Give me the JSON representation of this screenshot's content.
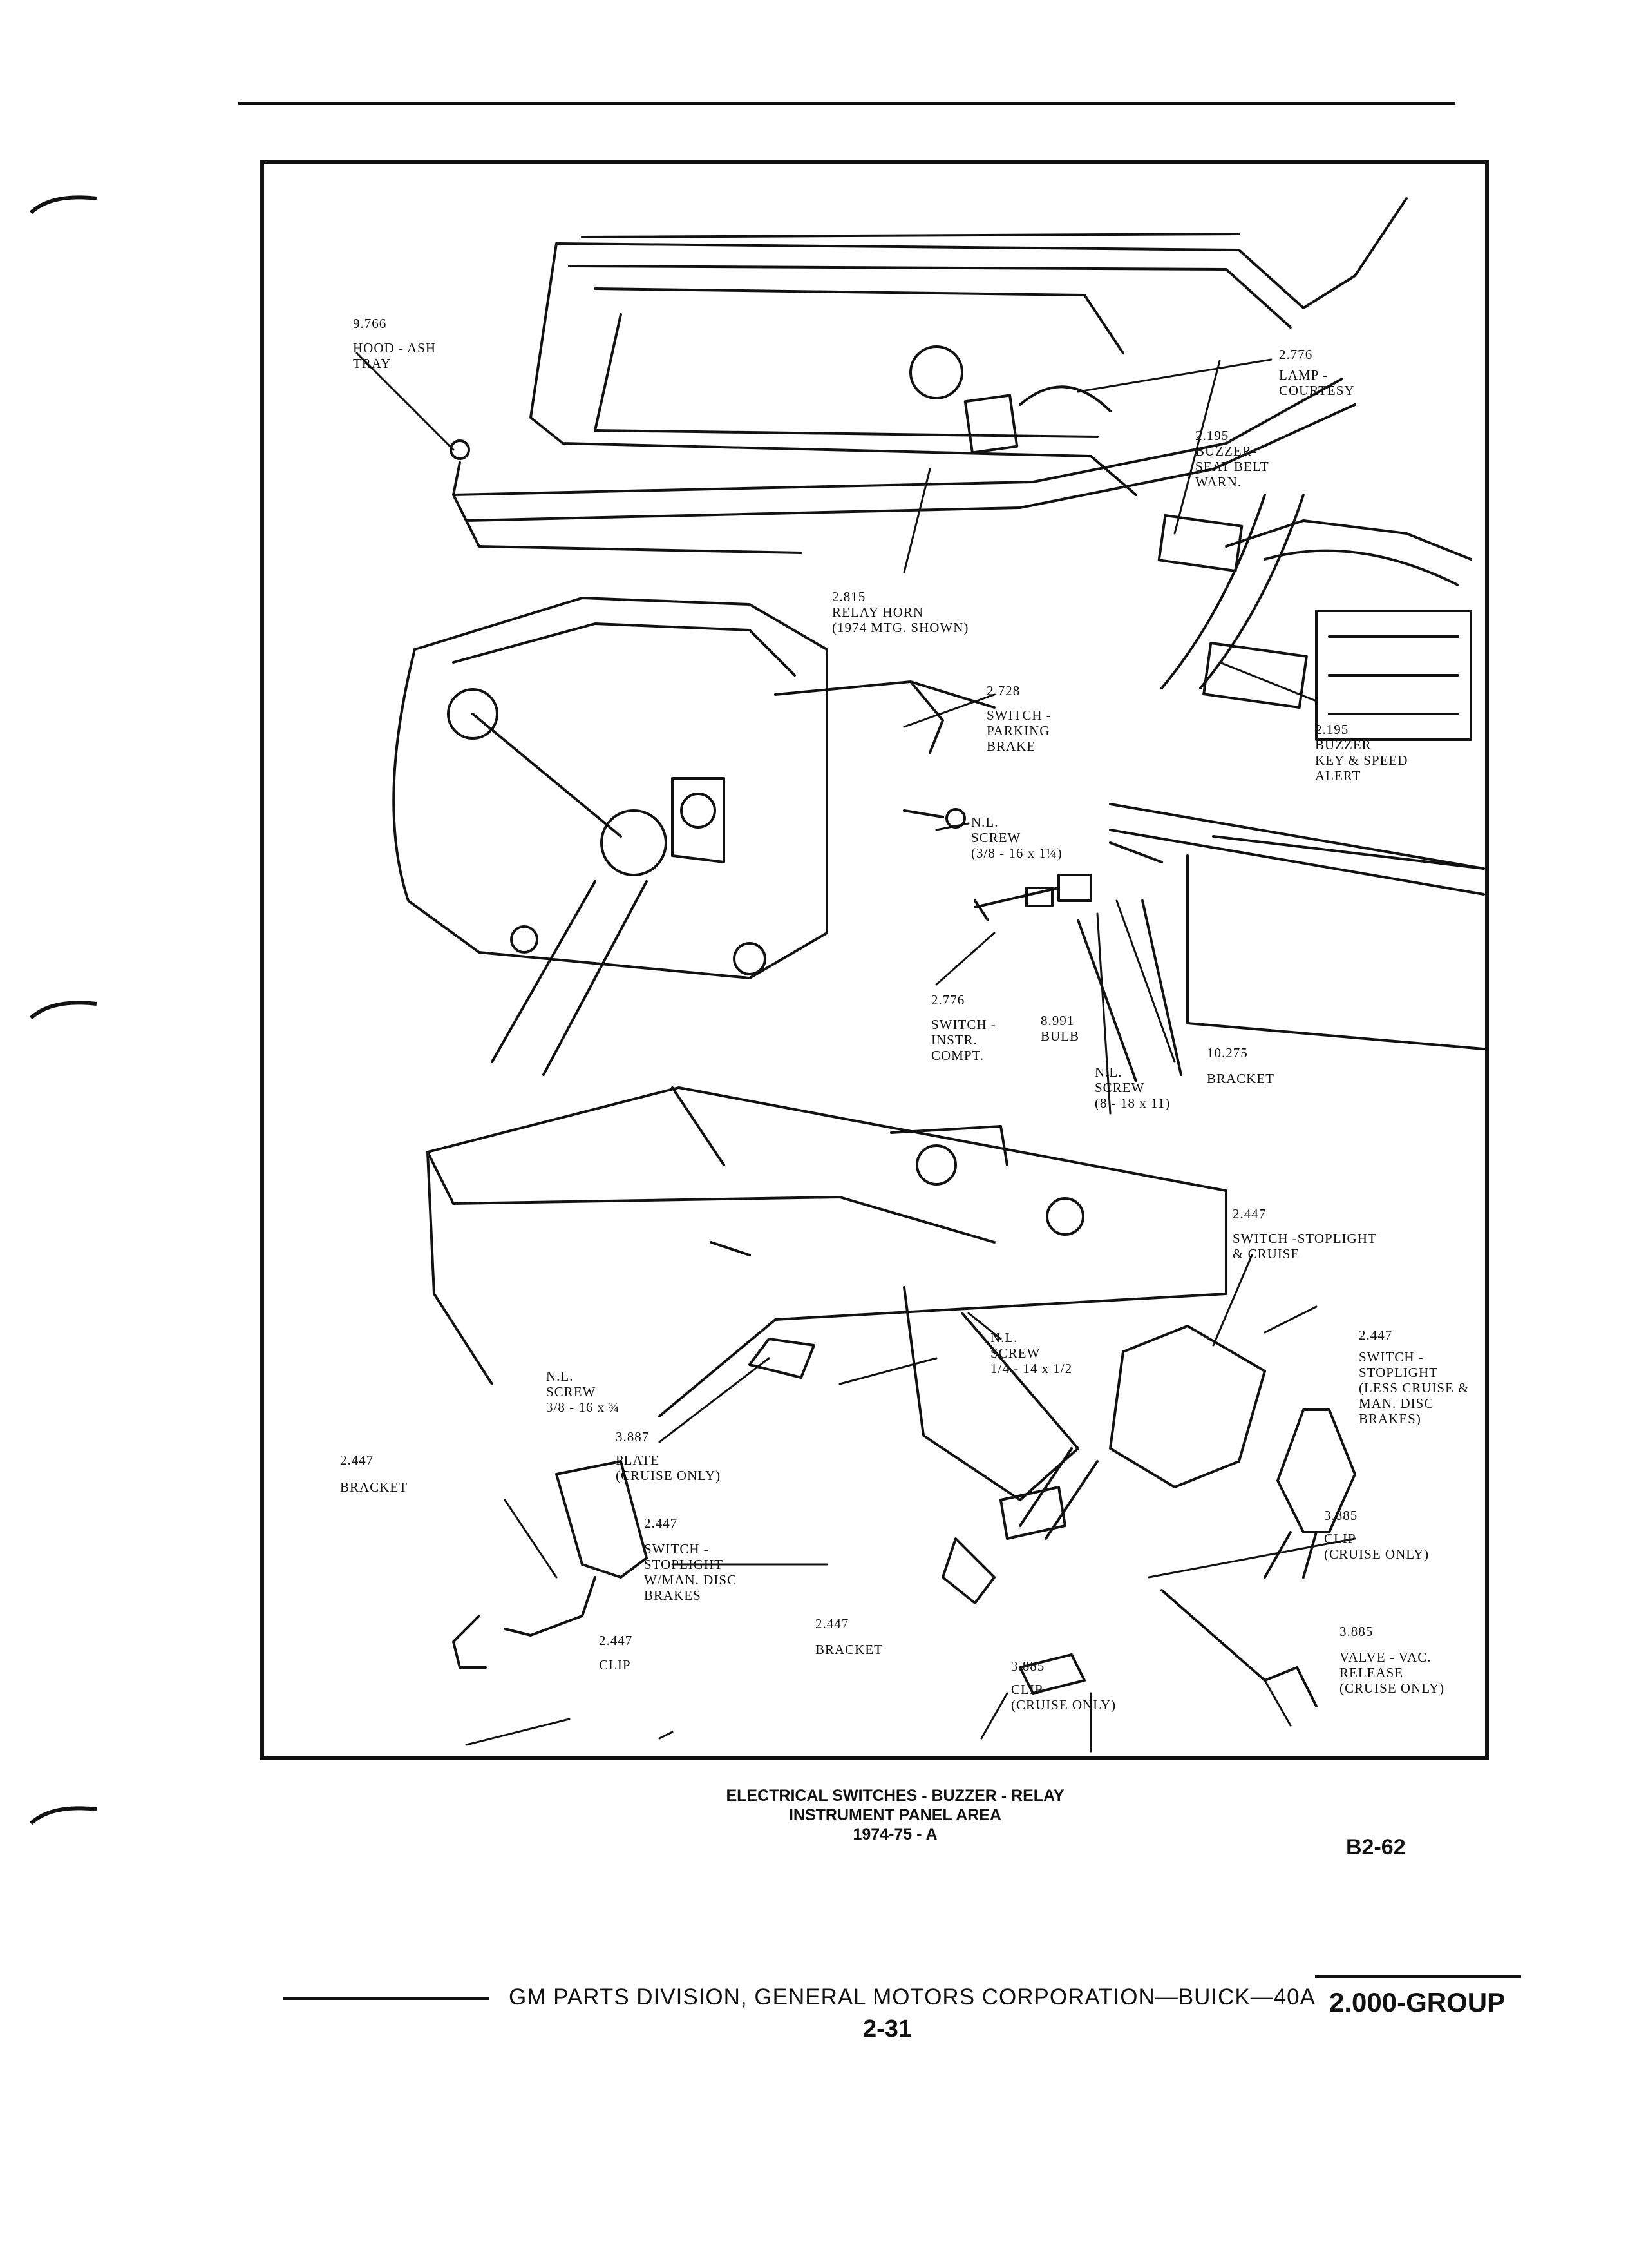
{
  "callouts": {
    "hood_ash_tray": {
      "num": "9.766",
      "name": "HOOD - ASH\nTRAY"
    },
    "lamp_courtesy": {
      "num": "2.776",
      "name": "LAMP -\nCOURTESY"
    },
    "buzzer_seat_belt": {
      "num": "2.195",
      "name": "BUZZER-\nSEAT BELT\nWARN."
    },
    "relay_horn": {
      "num": "2.815",
      "name": "RELAY HORN\n(1974 MTG. SHOWN)"
    },
    "switch_parking_brake": {
      "num": "2.728",
      "name": "SWITCH -\nPARKING\nBRAKE"
    },
    "buzzer_key_speed": {
      "num": "2.195",
      "name": "BUZZER\nKEY & SPEED\nALERT"
    },
    "screw_parking": {
      "num": "N.L.",
      "name": "SCREW\n(3/8 - 16 x 1¼)"
    },
    "switch_instr_compt": {
      "num": "2.776",
      "name": "SWITCH -\nINSTR.\nCOMPT."
    },
    "bulb": {
      "num": "8.991",
      "name": "BULB"
    },
    "screw_bracket": {
      "num": "N.L.",
      "name": "SCREW\n(8 - 18 x 11)"
    },
    "bracket_upper": {
      "num": "10.275",
      "name": "BRACKET"
    },
    "switch_stoplight_cruise": {
      "num": "2.447",
      "name": "SWITCH -STOPLIGHT\n& CRUISE"
    },
    "screw_quarter": {
      "num": "N.L.",
      "name": "SCREW\n1/4 - 14 x 1/2"
    },
    "switch_stoplight_less": {
      "num": "2.447",
      "name": "SWITCH -\nSTOPLIGHT\n(LESS CRUISE &\nMAN. DISC\nBRAKES)"
    },
    "screw_three_eighths": {
      "num": "N.L.",
      "name": "SCREW\n3/8 - 16 x ¾"
    },
    "plate": {
      "num": "3.887",
      "name": "PLATE\n(CRUISE ONLY)"
    },
    "bracket_left": {
      "num": "2.447",
      "name": "BRACKET"
    },
    "switch_stoplight_man": {
      "num": "2.447",
      "name": "SWITCH -\nSTOPLIGHT\nW/MAN. DISC\nBRAKES"
    },
    "clip_right": {
      "num": "3.885",
      "name": "CLIP\n(CRUISE ONLY)"
    },
    "clip_left": {
      "num": "2.447",
      "name": "CLIP"
    },
    "bracket_center": {
      "num": "2.447",
      "name": "BRACKET"
    },
    "valve_vac": {
      "num": "3.885",
      "name": "VALVE - VAC.\nRELEASE\n(CRUISE ONLY)"
    },
    "clip_center": {
      "num": "3.885",
      "name": "CLIP\n(CRUISE ONLY)"
    }
  },
  "caption": {
    "line1": "ELECTRICAL SWITCHES - BUZZER - RELAY",
    "line2": "INSTRUMENT PANEL AREA",
    "line3": "1974-75 - A"
  },
  "page_code": "B2-62",
  "footer": {
    "division": "GM PARTS DIVISION, GENERAL MOTORS CORPORATION—BUICK—40A",
    "page_number": "2-31",
    "group": "2.000-GROUP"
  }
}
